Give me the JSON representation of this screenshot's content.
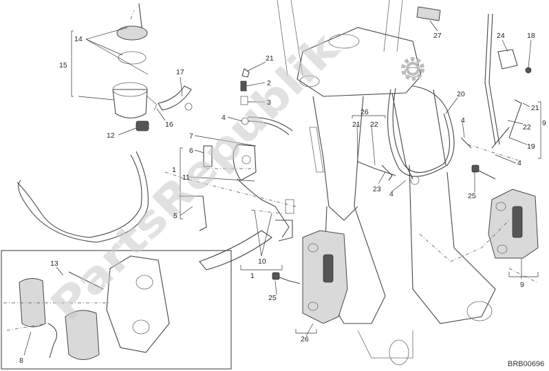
{
  "diagram": {
    "watermark": "PartsRepublik",
    "drawing_code": "BRB00696",
    "callouts": {
      "c1": "1",
      "c1b": "1",
      "c2": "2",
      "c3": "3",
      "c4a": "4",
      "c4b": "4",
      "c4c": "4",
      "c4d": "4",
      "c5": "5",
      "c6": "6",
      "c7": "7",
      "c8": "8",
      "c9a": "9",
      "c9b": "9",
      "c10": "10",
      "c11": "11",
      "c12": "12",
      "c13": "13",
      "c14": "14",
      "c15": "15",
      "c16": "16",
      "c17": "17",
      "c18": "18",
      "c19": "19",
      "c20": "20",
      "c21a": "21",
      "c21b": "21",
      "c21c": "21",
      "c22a": "22",
      "c22b": "22",
      "c23": "23",
      "c24": "24",
      "c25a": "25",
      "c25b": "25",
      "c26a": "26",
      "c26b": "26",
      "c27": "27"
    }
  }
}
